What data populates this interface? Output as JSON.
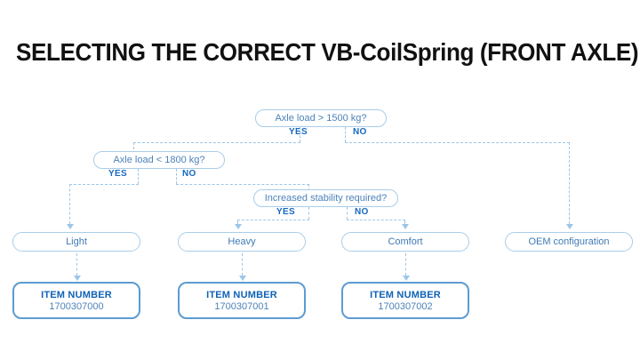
{
  "title": "SELECTING THE CORRECT VB-CoilSpring (FRONT AXLE)",
  "colors": {
    "box_border": "#a9cde9",
    "box_text": "#4d82b8",
    "item_border": "#5d9bd1",
    "item_title": "#0f62b5",
    "branch_label": "#1769c0",
    "connector": "#9cc6e8",
    "title_text": "#111111",
    "background": "#ffffff"
  },
  "decisions": [
    {
      "id": "axle-load-1500",
      "text": "Axle load > 1500 kg?",
      "yes_label": "YES",
      "no_label": "NO"
    },
    {
      "id": "axle-load-1800",
      "text": "Axle load < 1800 kg?",
      "yes_label": "YES",
      "no_label": "NO"
    },
    {
      "id": "increased-stability",
      "text": "Increased stability required?",
      "yes_label": "YES",
      "no_label": "NO"
    }
  ],
  "results": [
    {
      "id": "light",
      "label": "Light"
    },
    {
      "id": "heavy",
      "label": "Heavy"
    },
    {
      "id": "comfort",
      "label": "Comfort"
    },
    {
      "id": "oem",
      "label": "OEM configuration"
    }
  ],
  "items": [
    {
      "id": "item-light",
      "title": "ITEM NUMBER",
      "number": "1700307000"
    },
    {
      "id": "item-heavy",
      "title": "ITEM NUMBER",
      "number": "1700307001"
    },
    {
      "id": "item-comfort",
      "title": "ITEM NUMBER",
      "number": "1700307002"
    }
  ],
  "flow": {
    "d1_yes_to": "axle-load-1800",
    "d1_no_to": "oem",
    "d2_yes_to": "light",
    "d2_no_to": "increased-stability",
    "d3_yes_to": "heavy",
    "d3_no_to": "comfort",
    "light_to": "item-light",
    "heavy_to": "item-heavy",
    "comfort_to": "item-comfort"
  }
}
